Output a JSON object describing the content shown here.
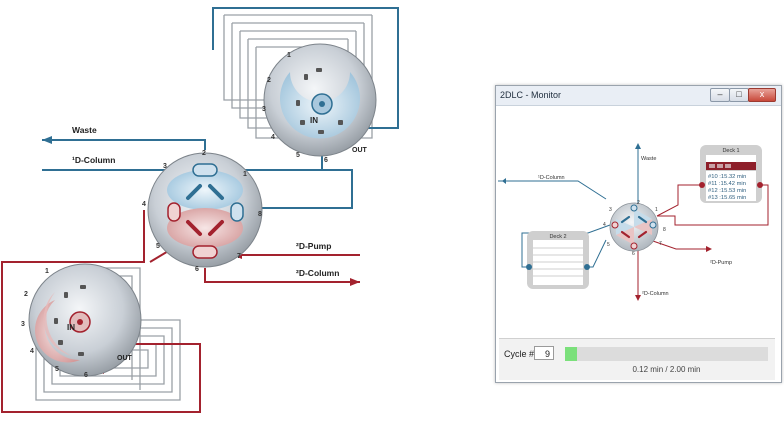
{
  "diagram": {
    "lines": {
      "waste": "Waste",
      "d1_column": "¹D-Column",
      "d2_pump": "²D-Pump",
      "d2_column": "²D-Column"
    },
    "main_valve_ports": [
      "1",
      "2",
      "3",
      "4",
      "5",
      "6",
      "7",
      "8"
    ],
    "selector_ports": [
      "1",
      "2",
      "3",
      "4",
      "5",
      "6",
      "3",
      "4",
      "5",
      "6",
      "IN",
      "OUT"
    ],
    "selector_in": "IN",
    "selector_out": "OUT",
    "colors": {
      "blue": "#2f6f93",
      "red": "#a3222e",
      "gray": "#9aa0a6"
    }
  },
  "window": {
    "title": "2DLC - Monitor",
    "buttons": {
      "minimize": "–",
      "maximize": "□",
      "close": "x"
    },
    "labels": {
      "waste": "Waste",
      "d1_column": "¹D-Column",
      "d2_pump": "²D-Pump",
      "d2_column": "²D-Column"
    },
    "ports": [
      "1",
      "2",
      "3",
      "4",
      "5",
      "6",
      "7",
      "8"
    ],
    "deck1": {
      "title": "Deck 1",
      "items": [
        "#10 :15.32 min",
        "#11 :15.42 min",
        "#12 :15.53 min",
        "#13 :15.65 min"
      ]
    },
    "deck2": {
      "title": "Deck 2"
    },
    "cycle_label": "Cycle #",
    "cycle_value": "9",
    "progress": 0.06,
    "progress_text": "0.12 min / 2.00 min"
  }
}
